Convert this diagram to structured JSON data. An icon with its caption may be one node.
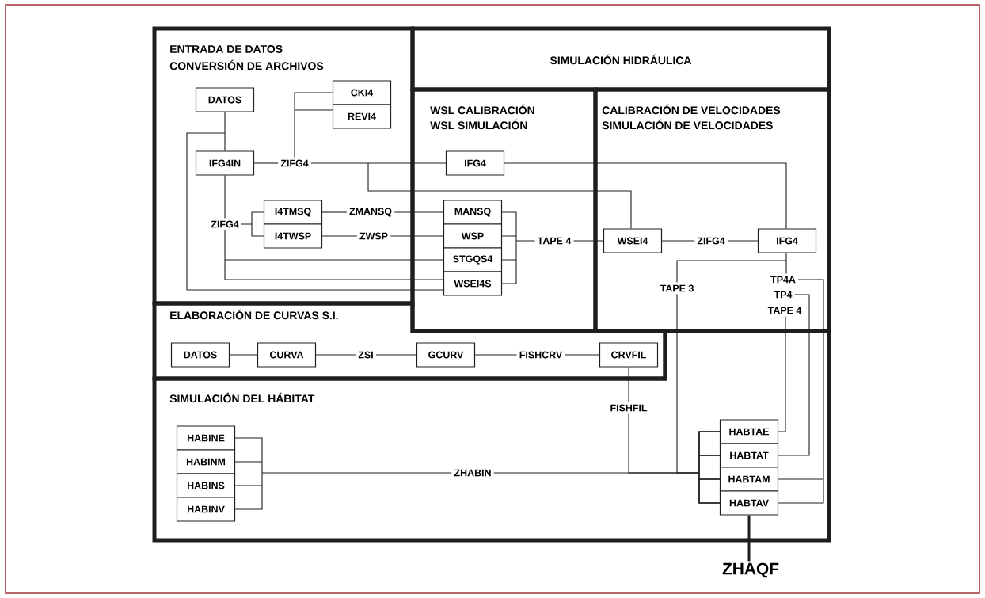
{
  "diagram": {
    "nodes": [
      {
        "text": [
          "ENTRADA DE DATOS",
          "CONVERSIÓN DE ARCHIVOS"
        ]
      },
      {
        "text": [
          "DATOS"
        ],
        "in": 0
      },
      {
        "text": [
          "CKI4"
        ],
        "in": 0
      },
      {
        "text": [
          "REVI4"
        ],
        "in": 0
      },
      {
        "text": [
          "IFG4IN"
        ],
        "in": 0
      },
      {
        "text": [
          "ZIFG4"
        ],
        "in": 0
      },
      {
        "text": [
          "ZIFG4"
        ],
        "in": 0
      },
      {
        "text": [
          "I4TMSQ"
        ],
        "in": 0
      },
      {
        "text": [
          "I4TWSP"
        ],
        "in": 0
      },
      {
        "text": [
          "ZMANSQ"
        ],
        "in": 0
      },
      {
        "text": [
          "ZWSP"
        ],
        "in": 0
      },
      {
        "text": [
          "SIMULACIÓN HIDRÁULICA"
        ]
      },
      {
        "text": [
          "WSL CALIBRACIÓN",
          "WSL SIMULACIÓN"
        ]
      },
      {
        "text": [
          "IFG4"
        ],
        "in": 12
      },
      {
        "text": [
          "MANSQ"
        ],
        "in": 12
      },
      {
        "text": [
          "WSP"
        ],
        "in": 12
      },
      {
        "text": [
          "STGQS4"
        ],
        "in": 12
      },
      {
        "text": [
          "WSEI4S"
        ],
        "in": 12
      },
      {
        "text": [
          "TAPE 4"
        ],
        "in": 12
      },
      {
        "text": [
          "CALIBRACIÓN DE VELOCIDADES",
          "SIMULACIÓN DE VELOCIDADES"
        ]
      },
      {
        "text": [
          "WSEI4"
        ],
        "in": 19
      },
      {
        "text": [
          "ZIFG4"
        ],
        "in": 19
      },
      {
        "text": [
          "IFG4"
        ],
        "in": 19
      },
      {
        "text": [
          "TAPE 3"
        ],
        "in": 19
      },
      {
        "text": [
          "TP4A"
        ],
        "in": 19
      },
      {
        "text": [
          "TP4"
        ],
        "in": 19
      },
      {
        "text": [
          "TAPE 4"
        ],
        "in": 19
      },
      {
        "text": [
          "ELABORACIÓN DE CURVAS S.I."
        ]
      },
      {
        "text": [
          "DATOS"
        ],
        "in": 27
      },
      {
        "text": [
          "CURVA"
        ],
        "in": 27
      },
      {
        "text": [
          "ZSI"
        ],
        "in": 27
      },
      {
        "text": [
          "GCURV"
        ],
        "in": 27
      },
      {
        "text": [
          "FISHCRV"
        ],
        "in": 27
      },
      {
        "text": [
          "CRVFIL"
        ],
        "in": 27
      },
      {
        "text": [
          "SIMULACIÓN DEL HÁBITAT"
        ]
      },
      {
        "text": [
          "FISHFIL"
        ],
        "in": 34
      },
      {
        "text": [
          "HABINE"
        ],
        "in": 34
      },
      {
        "text": [
          "HABINM"
        ],
        "in": 34
      },
      {
        "text": [
          "HABINS"
        ],
        "in": 34
      },
      {
        "text": [
          "HABINV"
        ],
        "in": 34
      },
      {
        "text": [
          "ZHABIN"
        ],
        "in": 34
      },
      {
        "text": [
          "HABTAE"
        ],
        "in": 34
      },
      {
        "text": [
          "HABTAT"
        ],
        "in": 34
      },
      {
        "text": [
          "HABTAM"
        ],
        "in": 34
      },
      {
        "text": [
          "HABTAV"
        ],
        "in": 34
      },
      {
        "text": [
          "ZHAQF"
        ]
      }
    ],
    "edges": [
      {
        "from": 1,
        "to": 4,
        "arrow": "none"
      },
      {
        "from": 1,
        "to": 17,
        "arrow": "none"
      },
      {
        "from": 4,
        "to": 5,
        "arrow": "none"
      },
      {
        "from": 5,
        "to": 2,
        "arrow": "none"
      },
      {
        "from": 5,
        "to": 3,
        "arrow": "none"
      },
      {
        "from": 5,
        "to": 13,
        "arrow": "none"
      },
      {
        "from": 5,
        "to": 20,
        "arrow": "none"
      },
      {
        "from": 13,
        "to": 22,
        "arrow": "none"
      },
      {
        "from": 4,
        "to": 6,
        "arrow": "none"
      },
      {
        "from": 6,
        "to": 7,
        "arrow": "none"
      },
      {
        "from": 6,
        "to": 8,
        "arrow": "none"
      },
      {
        "from": 6,
        "to": 16,
        "arrow": "none"
      },
      {
        "from": 6,
        "to": 17,
        "arrow": "none"
      },
      {
        "from": 7,
        "to": 9,
        "arrow": "none"
      },
      {
        "from": 9,
        "to": 14,
        "arrow": "none"
      },
      {
        "from": 8,
        "to": 10,
        "arrow": "none"
      },
      {
        "from": 10,
        "to": 15,
        "arrow": "none"
      },
      {
        "from": 14,
        "to": 18,
        "arrow": "none"
      },
      {
        "from": 15,
        "to": 18,
        "arrow": "none"
      },
      {
        "from": 16,
        "to": 18,
        "arrow": "none"
      },
      {
        "from": 17,
        "to": 18,
        "arrow": "none"
      },
      {
        "from": 18,
        "to": 20,
        "arrow": "none"
      },
      {
        "from": 20,
        "to": 21,
        "arrow": "none"
      },
      {
        "from": 21,
        "to": 22,
        "arrow": "none"
      },
      {
        "from": 22,
        "to": 23,
        "arrow": "none"
      },
      {
        "from": 22,
        "to": 24,
        "arrow": "none"
      },
      {
        "from": 23,
        "to": 41,
        "arrow": "none"
      },
      {
        "from": 23,
        "to": 42,
        "arrow": "none"
      },
      {
        "from": 23,
        "to": 43,
        "arrow": "none"
      },
      {
        "from": 23,
        "to": 44,
        "arrow": "none"
      },
      {
        "from": 35,
        "to": 41,
        "arrow": "none"
      },
      {
        "from": 35,
        "to": 42,
        "arrow": "none"
      },
      {
        "from": 35,
        "to": 43,
        "arrow": "none"
      },
      {
        "from": 35,
        "to": 44,
        "arrow": "none"
      },
      {
        "from": 40,
        "to": 41,
        "arrow": "none"
      },
      {
        "from": 40,
        "to": 42,
        "arrow": "none"
      },
      {
        "from": 40,
        "to": 43,
        "arrow": "none"
      },
      {
        "from": 40,
        "to": 44,
        "arrow": "none"
      },
      {
        "from": 24,
        "to": 43,
        "arrow": "none"
      },
      {
        "from": 24,
        "to": 44,
        "arrow": "none"
      },
      {
        "from": 25,
        "to": 42,
        "arrow": "none"
      },
      {
        "from": 26,
        "to": 41,
        "arrow": "none"
      },
      {
        "from": 28,
        "to": 29,
        "arrow": "none"
      },
      {
        "from": 29,
        "to": 30,
        "arrow": "none"
      },
      {
        "from": 30,
        "to": 31,
        "arrow": "none"
      },
      {
        "from": 31,
        "to": 32,
        "arrow": "none"
      },
      {
        "from": 32,
        "to": 33,
        "arrow": "none"
      },
      {
        "from": 33,
        "to": 35,
        "arrow": "none"
      },
      {
        "from": 36,
        "to": 40,
        "arrow": "none"
      },
      {
        "from": 37,
        "to": 40,
        "arrow": "none"
      },
      {
        "from": 38,
        "to": 40,
        "arrow": "none"
      },
      {
        "from": 39,
        "to": 40,
        "arrow": "none"
      },
      {
        "from": 44,
        "to": 45,
        "arrow": "none",
        "style": "thick"
      }
    ]
  }
}
